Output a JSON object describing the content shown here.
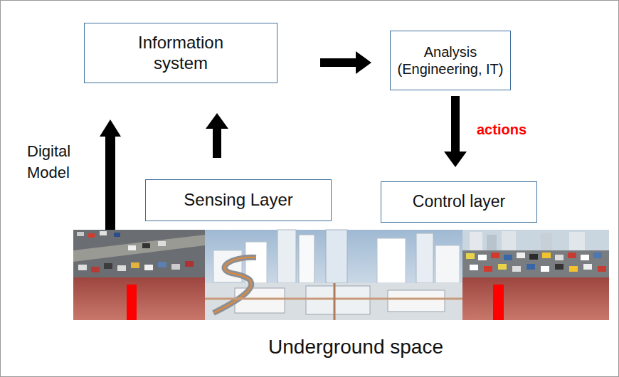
{
  "diagram": {
    "caption": "Underground space",
    "nodes": [
      {
        "text": [
          "Information system"
        ]
      },
      {
        "text": [
          "Analysis (Engineering, IT)"
        ]
      },
      {
        "text": [
          "Sensing Layer"
        ]
      },
      {
        "text": [
          "Control layer"
        ]
      }
    ],
    "edges": [
      {
        "from": 2,
        "to": 0,
        "arrow": "to"
      },
      {
        "from": 0,
        "to": 1,
        "arrow": "to"
      },
      {
        "from": 1,
        "to": 3,
        "label": "actions",
        "arrow": "to"
      }
    ],
    "labels": [
      "Digital Model"
    ]
  }
}
